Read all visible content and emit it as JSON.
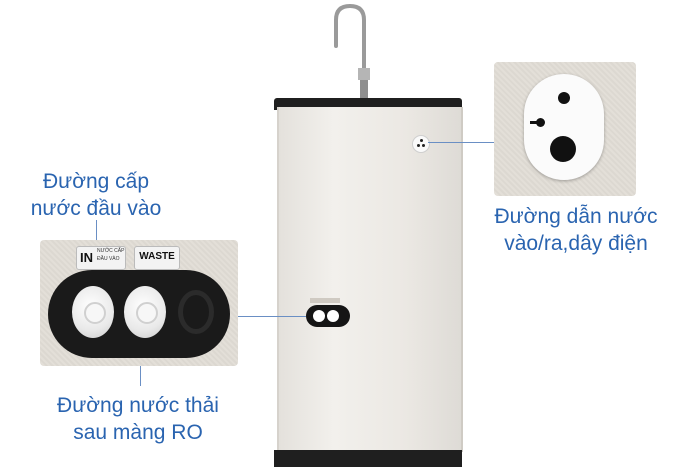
{
  "labels": {
    "inlet": [
      "Đường cấp",
      "nước đầu vào"
    ],
    "wire_port": [
      "Đường dẫn nước",
      "vào/ra,dây điện"
    ],
    "waste": [
      "Đường nước thải",
      "sau màng RO"
    ]
  },
  "panel": {
    "in_tag": "IN",
    "in_sub": [
      "NƯỚC CẤP",
      "ĐẦU VÀO"
    ],
    "waste_tag": "WASTE"
  },
  "colors": {
    "label_text": "#2a64b0",
    "leader_line": "#6a8fc4",
    "cabinet_trim": "#1f1f1f"
  }
}
